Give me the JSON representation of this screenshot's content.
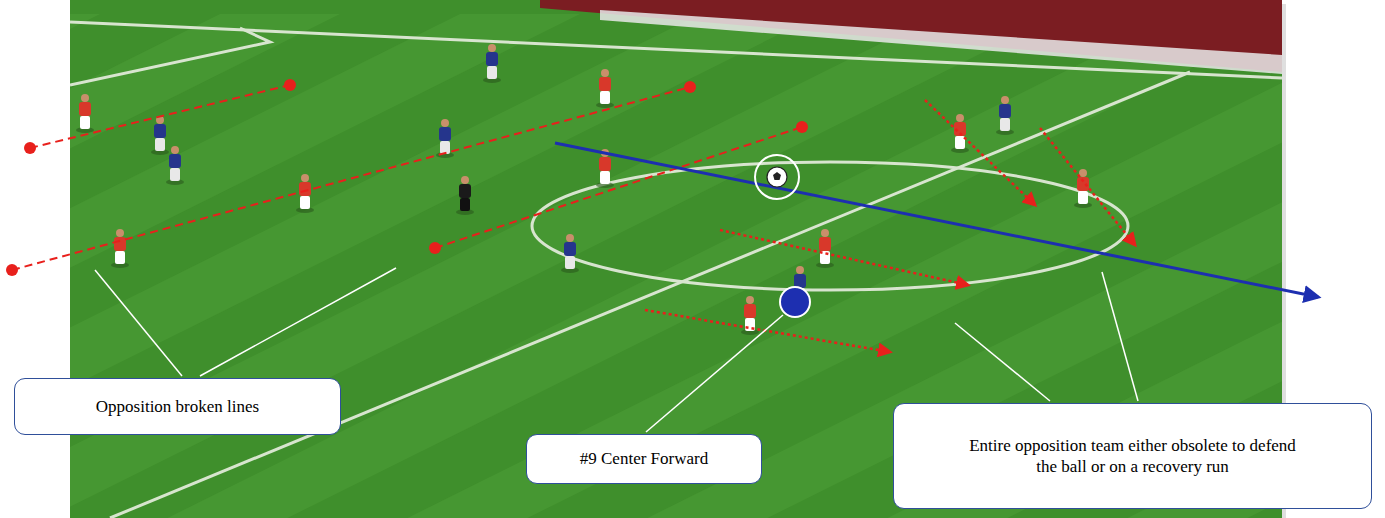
{
  "diagram": {
    "nodes": [
      {
        "text": [
          "Opposition broken lines"
        ]
      },
      {
        "text": [
          "#9 Center Forward"
        ]
      },
      {
        "text": [
          "Entire opposition team either obsolete to defend the ball or on a recovery run"
        ]
      }
    ]
  }
}
